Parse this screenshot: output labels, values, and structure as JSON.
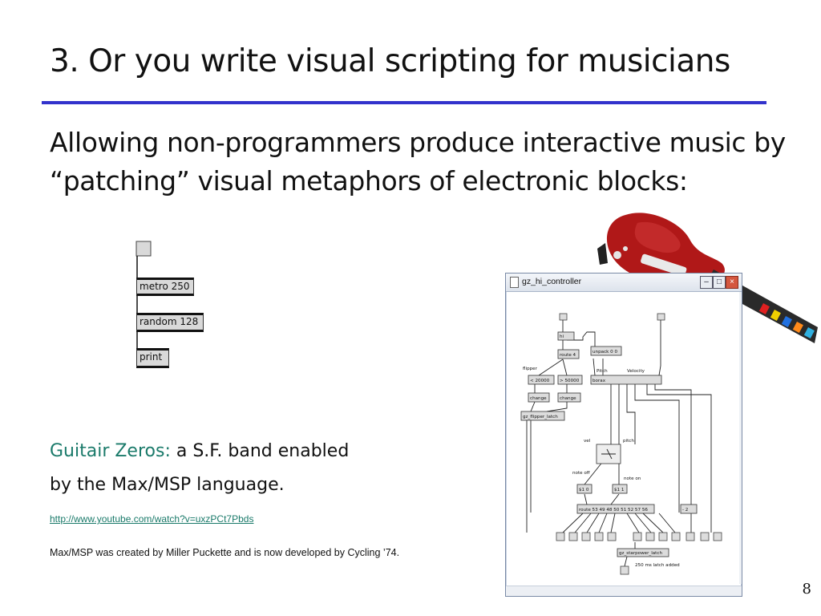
{
  "slide": {
    "title": "3. Or you write visual scripting for musicians",
    "subtitle": "Allowing non-programmers produce interactive music by “patching” visual metaphors of electronic blocks:",
    "caption_link": "Guitair Zeros:",
    "caption_rest_1": " a S.F. band enabled",
    "caption_line_2": "by the Max/MSP language.",
    "url": "http://www.youtube.com/watch?v=uxzPCt7Pbds",
    "footnote": "Max/MSP was created by Miller Puckette and is now developed by Cycling ’74.",
    "page_number": "8"
  },
  "patch": {
    "objects": [
      "metro 250",
      "random 128",
      "print"
    ]
  },
  "window": {
    "title": "gz_hi_controller",
    "labels": {
      "hi": "hi",
      "route4": "route 4",
      "unpack": "unpack 0 0",
      "flipper": "flipper",
      "pitch": "Pitch",
      "velocity": "Velocity",
      "lt": "< 20000",
      "gt": "> 50000",
      "borax": "borax",
      "change1": "change",
      "change2": "change",
      "flipper_latch": "gz_flipper_latch",
      "vel": "vel",
      "pitch2": "pitch",
      "note_off": "note off",
      "note_on": "note on",
      "s10": "$1 0",
      "s11": "$1 1",
      "route_long": "route 53 49 48 50 51 52 57 56",
      "minus2": "- 2",
      "starpower": "gz_starpower_latch",
      "latch_note": "250 ms latch added"
    }
  },
  "colors": {
    "accent_rule": "#3333cc",
    "link": "#1a7a6a",
    "guitar_body": "#b01818"
  }
}
